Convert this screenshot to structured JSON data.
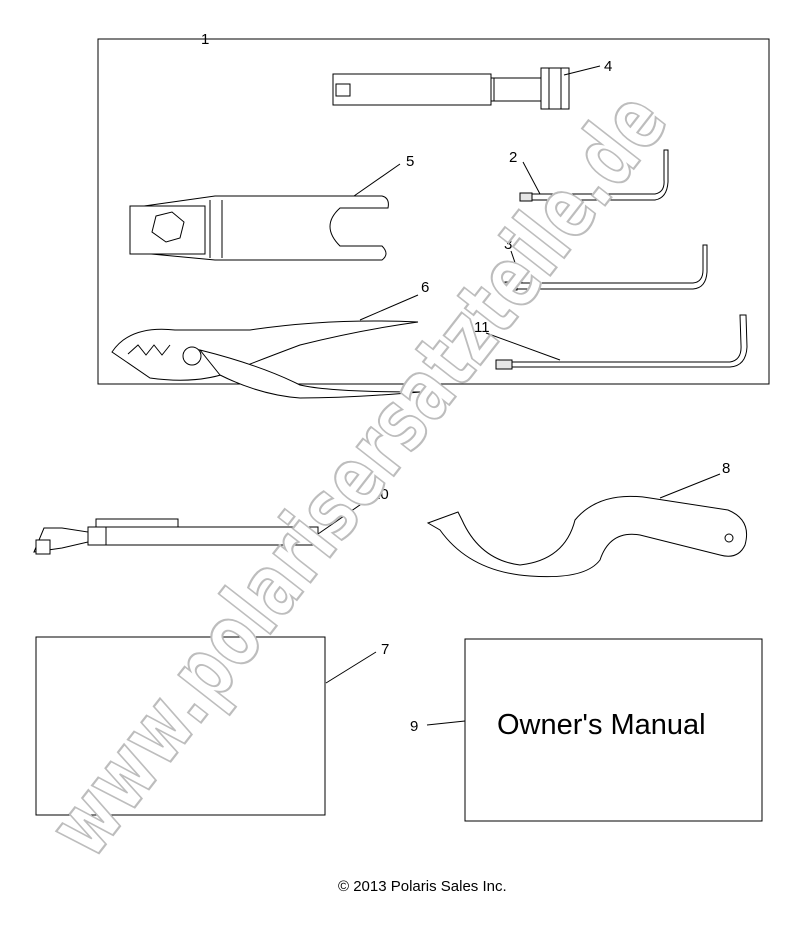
{
  "watermark": "www.polarisersatzteile.de",
  "copyright": "© 2013 Polaris Sales Inc.",
  "manual_cover_text": "Owner's Manual",
  "callouts": {
    "c1": "1",
    "c2": "2",
    "c3": "3",
    "c4": "4",
    "c5": "5",
    "c6": "6",
    "c7": "7",
    "c8": "8",
    "c9": "9",
    "c10": "10",
    "c11": "11"
  }
}
